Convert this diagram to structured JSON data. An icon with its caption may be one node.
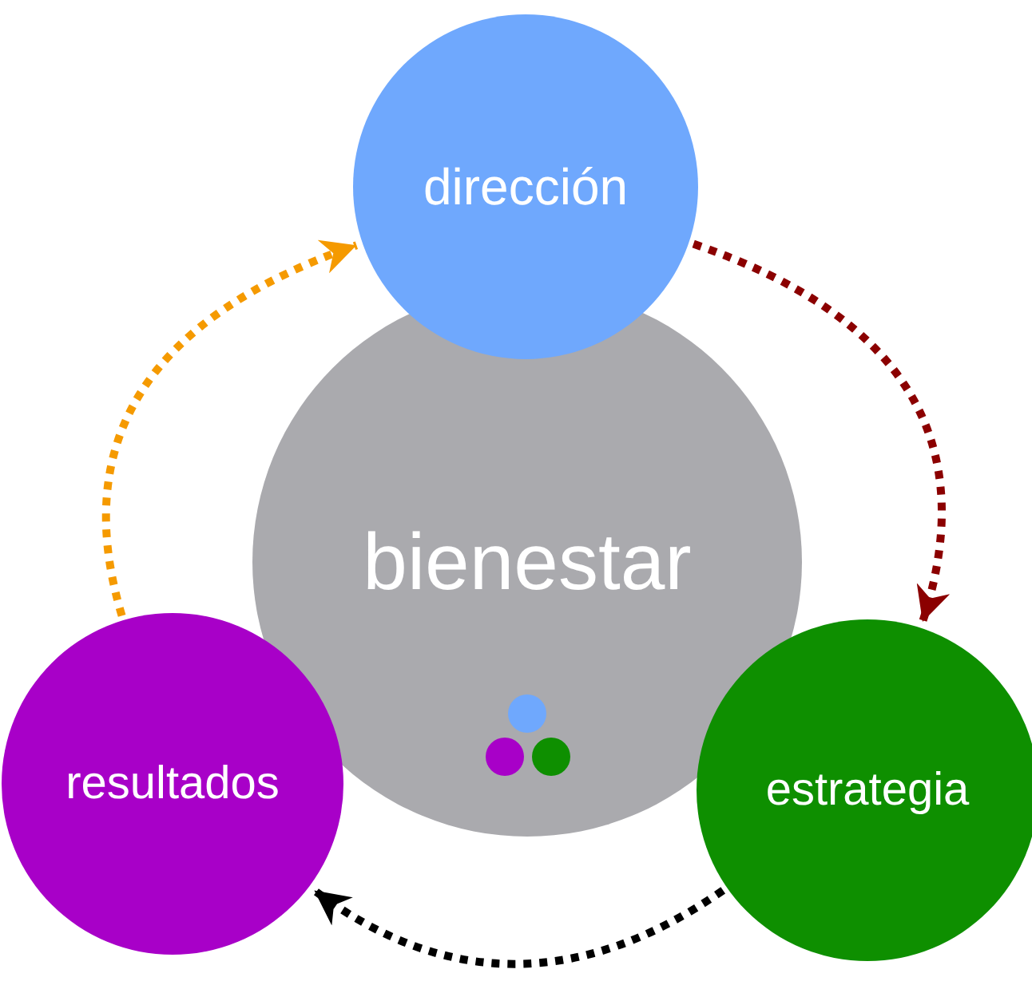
{
  "diagram": {
    "nodes": [
      {
        "text": [
          "dirección"
        ]
      },
      {
        "text": [
          "bienestar"
        ]
      },
      {
        "text": [
          "resultados"
        ]
      },
      {
        "text": [
          "estrategia"
        ]
      }
    ],
    "edges": [
      {
        "from": 0,
        "to": 3,
        "arrow": "to",
        "style": "dashed",
        "color": "#8b0000"
      },
      {
        "from": 3,
        "to": 2,
        "arrow": "to",
        "style": "dashed",
        "color": "#000000"
      },
      {
        "from": 2,
        "to": 0,
        "arrow": "to",
        "style": "dashed",
        "color": "#f59a00"
      }
    ]
  }
}
